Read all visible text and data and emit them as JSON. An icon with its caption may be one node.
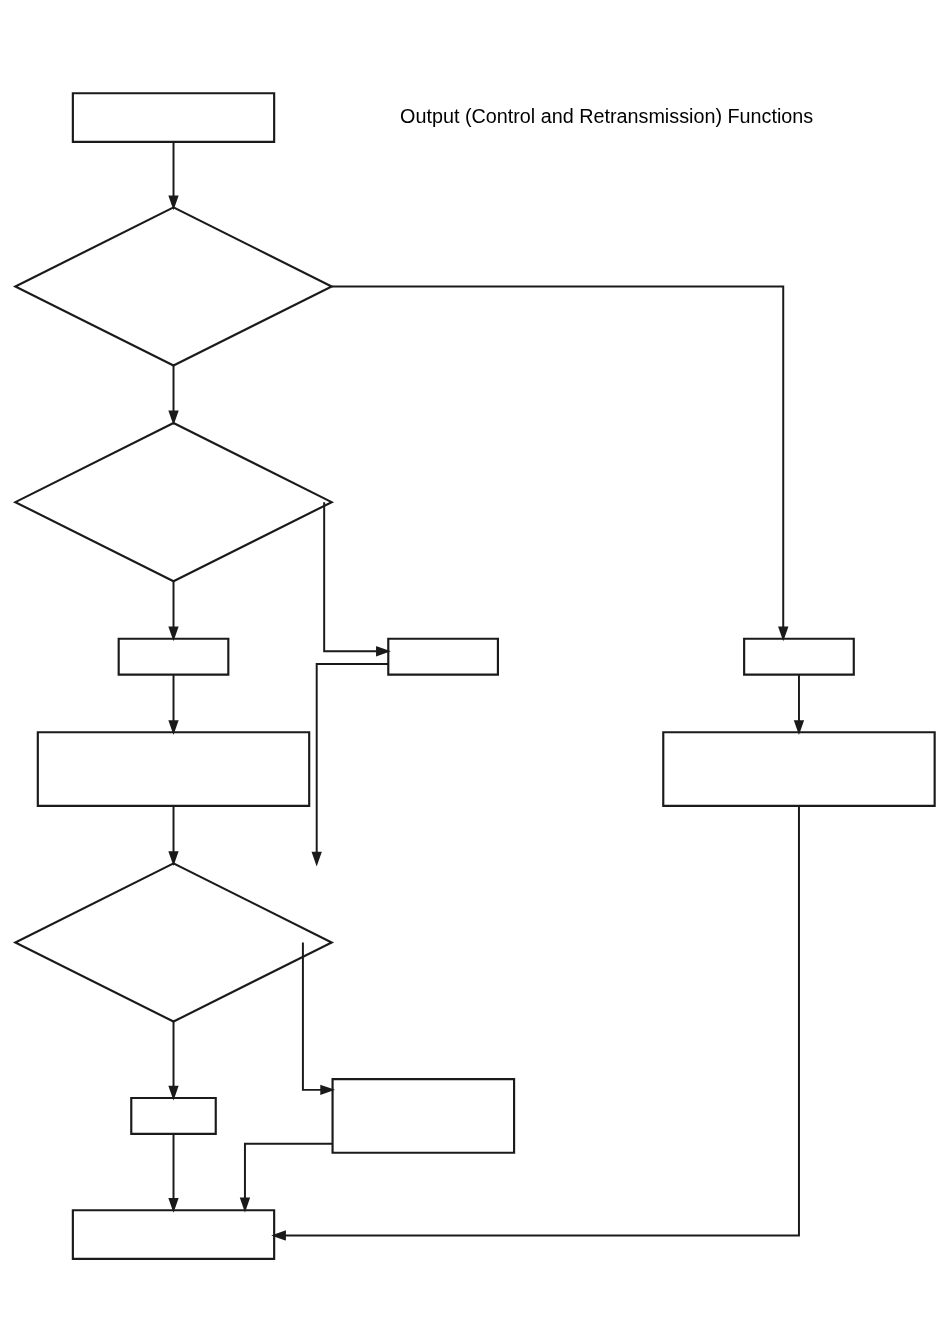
{
  "diagram": {
    "nodes": [
      {
        "text": [],
        "shape": "box"
      },
      {
        "text": [],
        "shape": "diamond"
      },
      {
        "text": [],
        "shape": "diamond"
      },
      {
        "text": [],
        "shape": "box"
      },
      {
        "text": [],
        "shape": "box"
      },
      {
        "text": [],
        "shape": "box"
      },
      {
        "text": [],
        "shape": "box"
      },
      {
        "text": [],
        "shape": "box"
      },
      {
        "text": [],
        "shape": "diamond"
      },
      {
        "text": [],
        "shape": "box"
      },
      {
        "text": [],
        "shape": "box"
      },
      {
        "text": [],
        "shape": "box"
      }
    ],
    "edges": [
      {
        "from": 0,
        "to": 1,
        "arrow": "to"
      },
      {
        "from": 1,
        "to": 2,
        "arrow": "to"
      },
      {
        "from": 1,
        "to": 5,
        "arrow": "to"
      },
      {
        "from": 2,
        "to": 3,
        "arrow": "to"
      },
      {
        "from": 2,
        "to": 4,
        "arrow": "to"
      },
      {
        "from": 3,
        "to": 6,
        "arrow": "to"
      },
      {
        "from": 4,
        "to": 8,
        "arrow": "to"
      },
      {
        "from": 6,
        "to": 8,
        "arrow": "to"
      },
      {
        "from": 5,
        "to": 7,
        "arrow": "to"
      },
      {
        "from": 8,
        "to": 9,
        "arrow": "to"
      },
      {
        "from": 8,
        "to": 10,
        "arrow": "to"
      },
      {
        "from": 9,
        "to": 11,
        "arrow": "to"
      },
      {
        "from": 10,
        "to": 11,
        "arrow": "to"
      },
      {
        "from": 7,
        "to": 11,
        "arrow": "to"
      }
    ],
    "labels": [
      "Output (Control and Retransmission) Functions"
    ]
  }
}
